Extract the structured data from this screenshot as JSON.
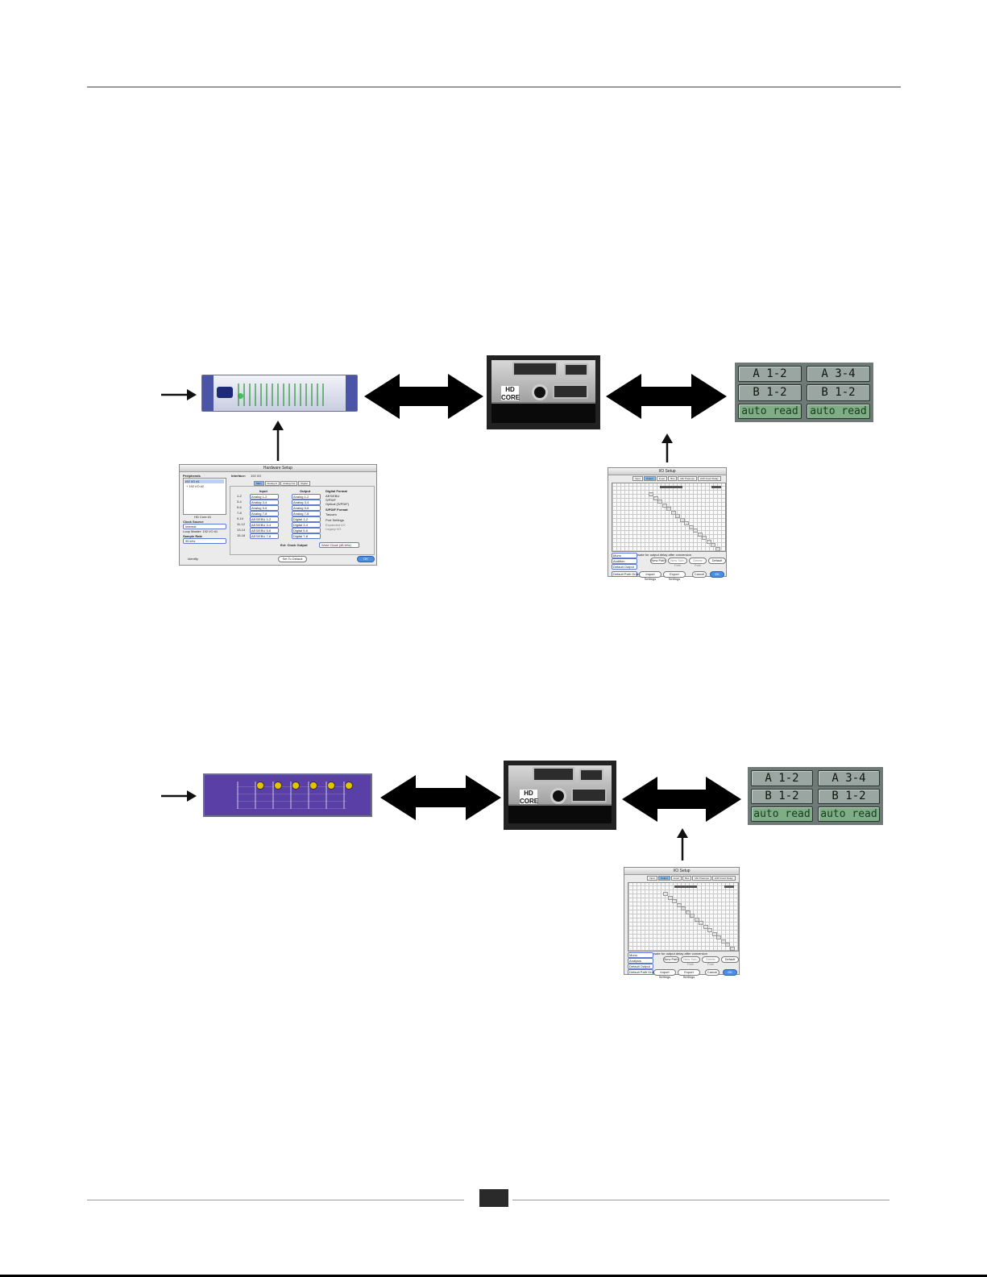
{
  "figure_top": {
    "hardware_setup": {
      "title": "Hardware Setup",
      "peripherals_label": "Peripherals",
      "peripherals_items": [
        "192 I/O #1",
        "+ 192 I/O #2"
      ],
      "interface_label": "Interface:",
      "interface_value": "192 I/O",
      "tabs": [
        "Main",
        "Analog In",
        "Analog Out",
        "Digital"
      ],
      "input_label": "Input",
      "output_label": "Output",
      "rows": [
        {
          "ch": "1-2",
          "in": "Analog 1-2",
          "out": "Analog 1-2"
        },
        {
          "ch": "3-4",
          "in": "Analog 3-4",
          "out": "Analog 3-4"
        },
        {
          "ch": "5-6",
          "in": "Analog 5-6",
          "out": "Analog 5-6"
        },
        {
          "ch": "7-8",
          "in": "Analog 7-8",
          "out": "Analog 7-8"
        },
        {
          "ch": "9-10",
          "in": "AES/EBU 1-2",
          "out": "Digital 1-2"
        },
        {
          "ch": "11-12",
          "in": "AES/EBU 3-4",
          "out": "Digital 3-4"
        },
        {
          "ch": "13-14",
          "in": "AES/EBU 5-6",
          "out": "Digital 5-6"
        },
        {
          "ch": "15-16",
          "in": "AES/EBU 7-8",
          "out": "Digital 7-8"
        }
      ],
      "digital_format_label": "Digital Format",
      "digital_formats": [
        "AES/EBU",
        "S/PDIF",
        "Optical (S/PDIF)"
      ],
      "spdif_format_label": "S/PDIF Format",
      "spdif_option": "Tascam",
      "port_settings_label": "Port Settings",
      "port_options": [
        "Expanded I/O",
        "Legacy I/O"
      ],
      "device_label": "HD Core #1",
      "clock_source_label": "Clock Source",
      "clock_source_value": "Internal",
      "loop_master_text": "Loop Master: 192 I/O #1",
      "sample_rate_label": "Sample Rate",
      "sample_rate_value": "96 kHz",
      "ext_clock_label": "Ext. Clock Output",
      "ext_clock_value": "Word Clock (48 kHz)",
      "identify_label": "Identify",
      "default_button": "Set To Default",
      "ok_button": "OK"
    },
    "io_setup": {
      "title": "I/O Setup",
      "tabs": [
        "Input",
        "Output",
        "Insert",
        "Bus",
        "Mic Preamps",
        "H/W Insert Delay"
      ],
      "row_count": 16,
      "checkbox_text": "Compensate for output delay after conversion",
      "buttons_mid": [
        "New Path",
        "New Sub-Path",
        "Delete Path",
        "Default"
      ],
      "popups": [
        "Mono",
        "Audition",
        "Default Output"
      ],
      "bottom_popup": "Default Path Order",
      "buttons_bottom": [
        "Import Settings",
        "Export Settings",
        "Cancel",
        "OK"
      ]
    },
    "io_buttons": [
      "A 1-2",
      "A 3-4",
      "B 1-2",
      "B 1-2",
      "auto read",
      "auto read"
    ]
  },
  "figure_bottom": {
    "card_label": "HD CORE",
    "io_setup": {
      "title": "I/O Setup",
      "tabs": [
        "Input",
        "Output",
        "Insert",
        "Bus",
        "Mic Preamps",
        "H/W Insert Delay"
      ],
      "row_count": 16,
      "checkbox_text": "Compensate for output delay after conversion",
      "buttons_mid": [
        "New Path",
        "New Sub-Path",
        "Delete Path",
        "Default"
      ],
      "popups": [
        "Mono",
        "Analysis",
        "Default Output"
      ],
      "bottom_popup": "Default Path Order",
      "buttons_bottom": [
        "Import Settings",
        "Export Settings",
        "Cancel",
        "OK"
      ]
    },
    "io_buttons": [
      "A 1-2",
      "A 3-4",
      "B 1-2",
      "B 1-2",
      "auto read",
      "auto read"
    ]
  },
  "card_label_top": "HD CORE",
  "page_number": ""
}
